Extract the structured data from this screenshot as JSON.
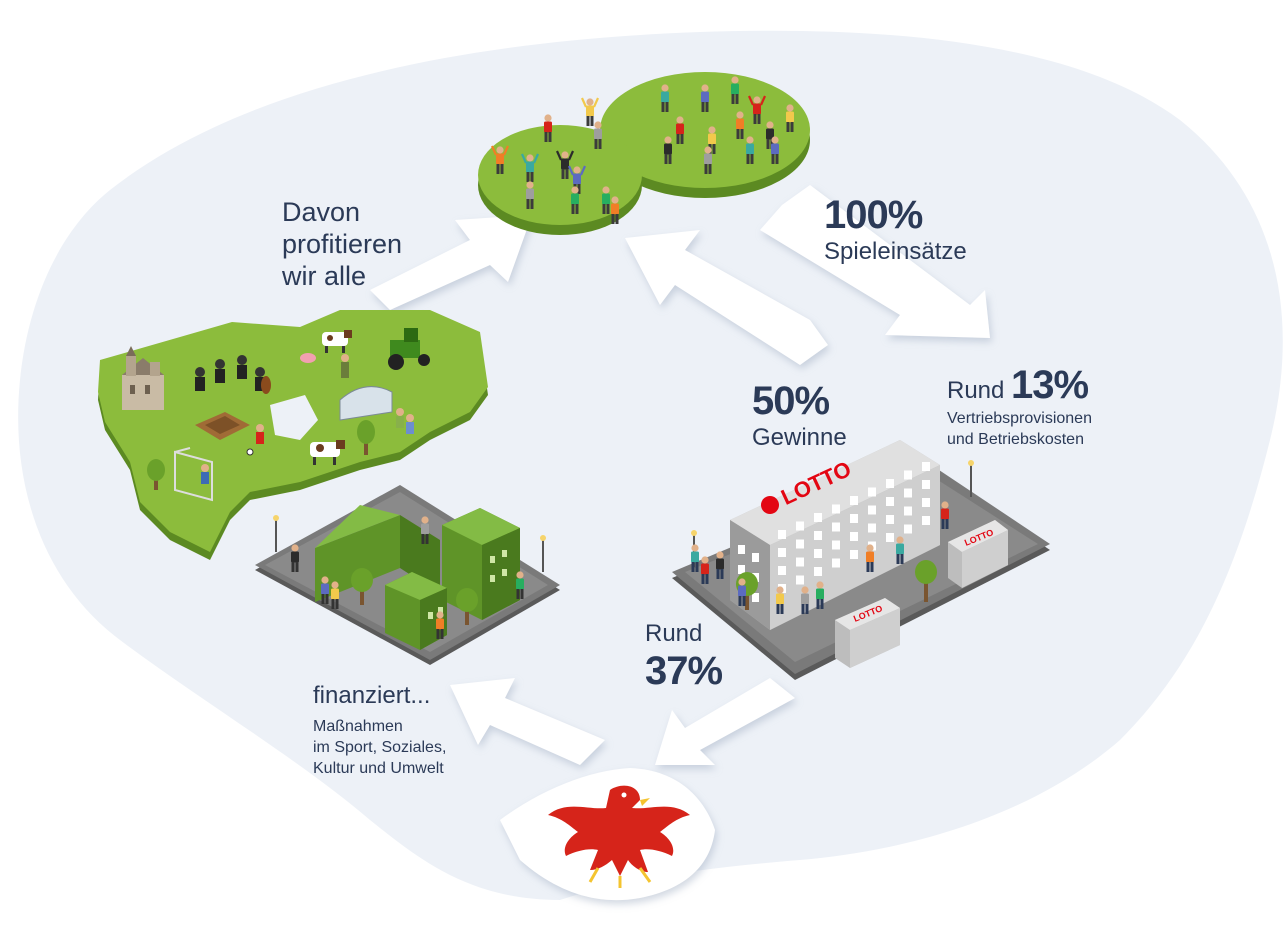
{
  "texts": {
    "profit": [
      "Davon",
      "profitieren",
      "wir alle"
    ],
    "stakes": {
      "value": "100%",
      "label": "Spieleinsätze"
    },
    "winnings": {
      "value": "50%",
      "label": "Gewinne"
    },
    "commission": {
      "prefix": "Rund",
      "value": "13%",
      "lines": [
        "Vertriebsprovisionen",
        "und Betriebskosten"
      ]
    },
    "state_share": {
      "prefix": "Rund",
      "value": "37%"
    },
    "financed": {
      "head": "finanziert...",
      "lines": [
        "Maßnahmen",
        "im Sport, Soziales,",
        "Kultur und Umwelt"
      ]
    },
    "lotto_logo": "LOTTO"
  },
  "colors": {
    "background_blob": "#edf1f7",
    "arrow": "#ffffff",
    "grass": "#8cbc3c",
    "grass_dark": "#5c8a22",
    "street": "#6e6e6e",
    "building_green": "#77b33a",
    "lotto_red": "#e30613",
    "eagle_red": "#d6241a",
    "text": "#2b3a57"
  },
  "icons": [
    "people-crowd-icon",
    "landscape-map-icon",
    "city-buildings-icon",
    "lotto-headquarters-icon",
    "brandenburg-eagle-icon"
  ]
}
